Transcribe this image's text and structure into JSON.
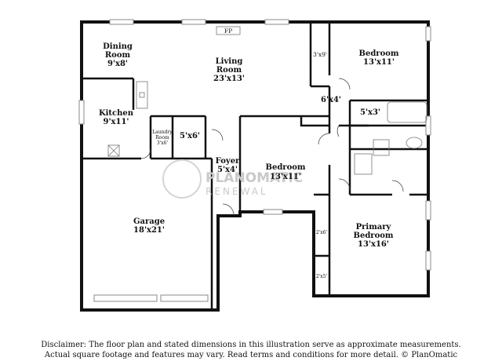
{
  "rooms": {
    "dining": {
      "name_line1": "Dining",
      "name_line2": "Room",
      "dims": "9'x8'"
    },
    "living": {
      "name_line1": "Living",
      "name_line2": "Room",
      "dims": "23'x13'"
    },
    "kitchen": {
      "name": "Kitchen",
      "dims": "9'x11'"
    },
    "laundry": {
      "name_line1": "Laundry",
      "name_line2": "Room",
      "dims": "3'x6'"
    },
    "closet_5x6": {
      "dims": "5'x6'"
    },
    "foyer": {
      "name": "Foyer",
      "dims": "5'x4'"
    },
    "bedroom_mid": {
      "name": "Bedroom",
      "dims": "13'x11'"
    },
    "garage": {
      "name": "Garage",
      "dims": "18'x21'"
    },
    "bedroom_top": {
      "name": "Bedroom",
      "dims": "13'x11'"
    },
    "closet_3x9": {
      "dims": "3'x9'"
    },
    "hall_6x4": {
      "dims": "6'x4'"
    },
    "bath_5x3": {
      "dims": "5'x3'"
    },
    "primary": {
      "name_line1": "Primary",
      "name_line2": "Bedroom",
      "dims": "13'x16'"
    },
    "closet_2x6": {
      "dims": "2'x6'"
    },
    "closet_2x5": {
      "dims": "2'x5'"
    }
  },
  "fireplace": "FP",
  "watermark": {
    "line1": "PLANOMATIC",
    "line2": "RENEWAL"
  },
  "disclaimer": {
    "line1": "Disclaimer: The floor plan and stated dimensions in this illustration serve as approximate measurements.",
    "line2": "Actual square footage and features may vary. Read terms and conditions for more detail. © PlanOmatic"
  }
}
